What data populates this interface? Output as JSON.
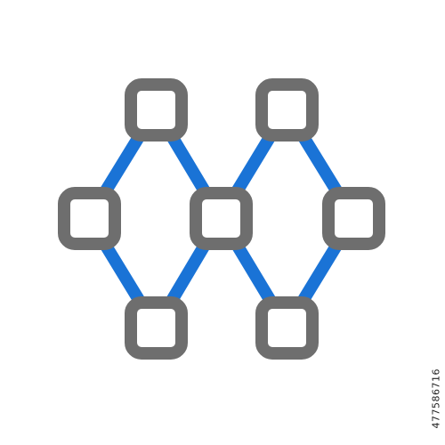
{
  "icon": {
    "name": "network-nodes-icon",
    "line_color": "#1a73d6",
    "node_stroke_color": "#6e6e6e",
    "node_fill_color": "#ffffff",
    "nodes": [
      "top-left",
      "top-right",
      "middle-left",
      "middle-center",
      "middle-right",
      "bottom-left",
      "bottom-right"
    ]
  },
  "watermark": {
    "stock_id": "477586716"
  }
}
